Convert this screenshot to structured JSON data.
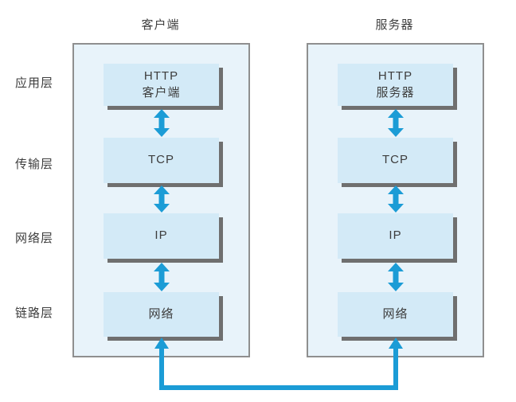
{
  "diagram": {
    "titles": {
      "client": "客户端",
      "server": "服务器"
    },
    "layer_labels": [
      {
        "label": "应用层"
      },
      {
        "label": "传输层"
      },
      {
        "label": "网络层"
      },
      {
        "label": "链路层"
      }
    ],
    "client_stack": {
      "application": {
        "line1": "HTTP",
        "line2": "客户端"
      },
      "transport": {
        "line1": "TCP"
      },
      "network": {
        "line1": "IP"
      },
      "link": {
        "line1": "网络"
      }
    },
    "server_stack": {
      "application": {
        "line1": "HTTP",
        "line2": "服务器"
      },
      "transport": {
        "line1": "TCP"
      },
      "network": {
        "line1": "IP"
      },
      "link": {
        "line1": "网络"
      }
    },
    "icons": {
      "double_arrow": "double-arrow-icon",
      "connection_line": "connection-line-arrow"
    },
    "colors": {
      "arrow_blue": "#1b9cd6",
      "container_fill": "#e8f3fa",
      "container_border": "#8f8f8f",
      "box_fill": "#d3eaf7",
      "box_shadow_gray": "#6f6f6f",
      "text": "#3d3d3d",
      "background": "#ffffff"
    }
  }
}
